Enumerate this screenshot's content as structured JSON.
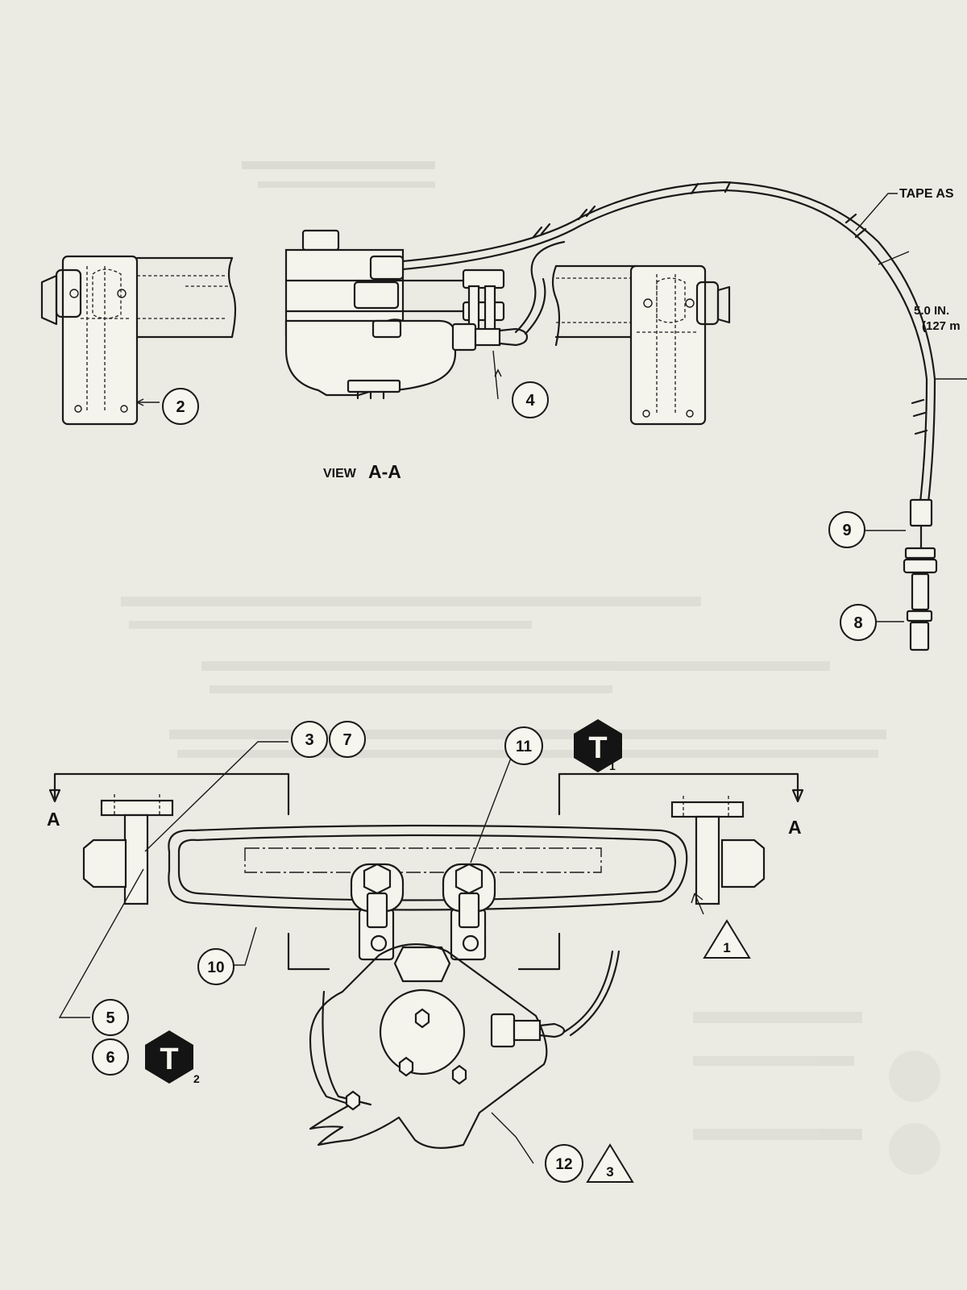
{
  "view_label": "VIEW A-A",
  "view_label_prefix": "VIEW",
  "view_label_suffix": "A-A",
  "tape_label": "TAPE AS",
  "dimension_label": "5.0 IN.",
  "dimension_metric": "(127 m",
  "section_marker": "A",
  "callouts": [
    "2",
    "4",
    "9",
    "8",
    "3",
    "7",
    "11",
    "10",
    "5",
    "6",
    "12"
  ],
  "notes": [
    "1",
    "3"
  ],
  "torque_markers": [
    {
      "letter": "T",
      "subscript": "1"
    },
    {
      "letter": "T",
      "subscript": "2"
    }
  ],
  "colors": {
    "paper": "#ecebe3",
    "ink": "#1a1a1a",
    "bleed_through": "#b9b8b0"
  }
}
